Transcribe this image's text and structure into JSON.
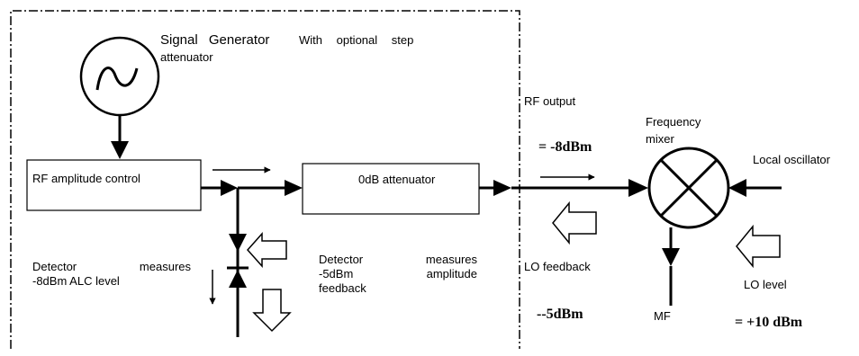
{
  "generator": {
    "title": "Signal Generator",
    "subtitle_line1": "With optional step",
    "subtitle_line2": "attenuator"
  },
  "blocks": {
    "rf_amplitude_control": "RF amplitude control",
    "attenuator": "0dB attenuator"
  },
  "labels": {
    "rf_output": "RF output",
    "frequency_mixer_line1": "Frequency",
    "frequency_mixer_line2": "mixer",
    "output_level": "= -8dBm",
    "local_oscillator": "Local oscillator",
    "lo_feedback": "LO feedback",
    "lo_feedback_level": "--5dBm",
    "lo_level": "LO level",
    "lo_level_value": "= +10 dBm",
    "mf": "MF"
  },
  "detector_left": {
    "line1_word1": "Detector",
    "line1_word2": "measures",
    "line2": "-8dBm ALC level"
  },
  "detector_right": {
    "line1_word1": "Detector",
    "line1_word2": "measures",
    "line2_word1": "-5dBm",
    "line2_word2": "amplitude",
    "line3": "feedback"
  }
}
